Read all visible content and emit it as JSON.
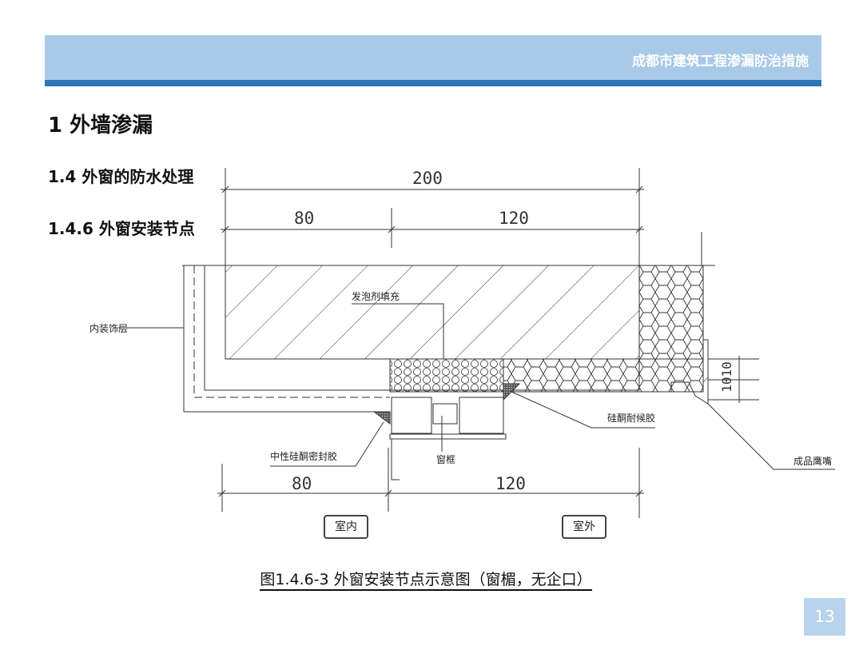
{
  "header": {
    "title": "成都市建筑工程渗漏防治措施"
  },
  "heading": "1 外墙渗漏",
  "subheadings": [
    "1.4 外窗的防水处理",
    "1.4.6 外窗安装节点"
  ],
  "drawing": {
    "dimensions_top": {
      "total": "200",
      "left": "80",
      "right": "120"
    },
    "dimensions_bottom": {
      "left": "80",
      "right": "120"
    },
    "dimension_side": "1010",
    "labels": {
      "interior_finish": "内装饰层",
      "foam_fill": "发泡剂填充",
      "neutral_sealant": "中性硅酮密封胶",
      "window_frame": "窗框",
      "weather_sealant": "硅酮耐候胶",
      "drip": "成品鹰嘴"
    },
    "indoor": "室内",
    "outdoor": "室外"
  },
  "caption": "图1.4.6-3 外窗安装节点示意图（窗楣，无企口）",
  "page_number": "13"
}
